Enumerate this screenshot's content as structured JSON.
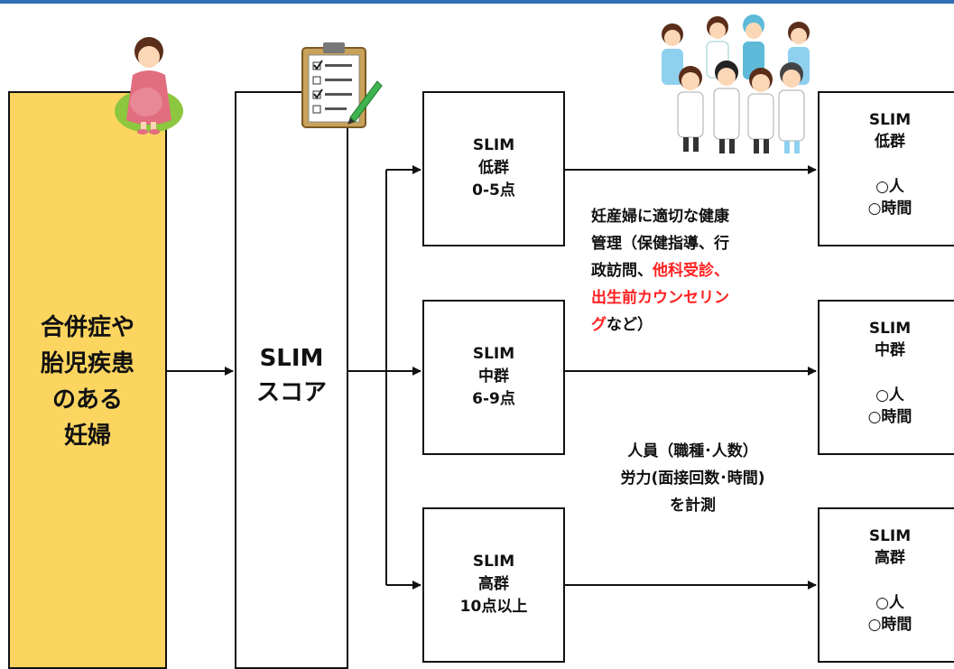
{
  "pregnant_box": {
    "lines": [
      "合併症や",
      "胎児疾患",
      "のある",
      "妊婦"
    ]
  },
  "score_box": {
    "lines": [
      "SLIM",
      "スコア"
    ]
  },
  "groups": [
    {
      "lines": [
        "SLIM",
        "低群",
        "0-5点"
      ]
    },
    {
      "lines": [
        "SLIM",
        "中群",
        "6-9点"
      ]
    },
    {
      "lines": [
        "SLIM",
        "高群",
        "10点以上"
      ]
    }
  ],
  "results": [
    {
      "title": [
        "SLIM",
        "低群"
      ],
      "measures": [
        "○人",
        "○時間"
      ]
    },
    {
      "title": [
        "SLIM",
        "中群"
      ],
      "measures": [
        "○人",
        "○時間"
      ]
    },
    {
      "title": [
        "SLIM",
        "高群"
      ],
      "measures": [
        "○人",
        "○時間"
      ]
    }
  ],
  "note_care": {
    "line1": "妊産婦に適切な健康",
    "line2": "管理（保健指導、行",
    "line3a": "政訪問、",
    "line3b": "他科受診、",
    "line4": "出生前カウンセリン",
    "line5a": "グ",
    "line5b": "など）"
  },
  "note_measure": {
    "line1": "人員（職種･人数）",
    "line2": "労力(面接回数･時間)",
    "line3": "を計測"
  },
  "colors": {
    "accent_red": "#ff1f1f",
    "pregnant_fill": "#fbd55f",
    "top_rule": "#2f6fb5"
  }
}
